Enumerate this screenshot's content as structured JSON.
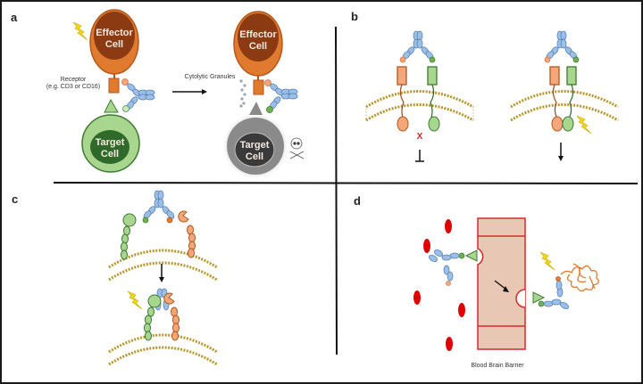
{
  "figure": {
    "panels": {
      "a": {
        "label": "a",
        "effector_cell_line1": "Effector",
        "effector_cell_line2": "Cell",
        "target_cell_line1": "Target",
        "target_cell_line2": "Cell",
        "receptor_label_line1": "Receptor",
        "receptor_label_line2": "(e.g. CD3 or CD16)",
        "granules_label": "Cytolytic Granules",
        "death_icon": "skull-and-crossbones-icon",
        "activation_icon": "lightning-bolt-icon"
      },
      "b": {
        "label": "b",
        "blocked_marker": "X",
        "inhibition_symbol": "⊥",
        "activation_symbol": "↓"
      },
      "c": {
        "label": "c"
      },
      "d": {
        "label": "d",
        "barrier_label": "Blood Brain Barrier"
      }
    },
    "colors": {
      "effector_orange": "#e07a2e",
      "effector_dark": "#8b3a12",
      "target_green_light": "#a8d68f",
      "target_green_dark": "#2f6a2a",
      "dead_gray": "#8a8a8a",
      "dead_dark": "#3a3a3a",
      "antibody_blue": "#9bbfe6",
      "membrane_gold": "#b8962e",
      "bbb_fill": "#e8c8b4",
      "bbb_stroke": "#d42a2a",
      "rbc_red": "#e00000",
      "bolt_yellow": "#f5d90a",
      "x_red": "#e02020"
    }
  }
}
